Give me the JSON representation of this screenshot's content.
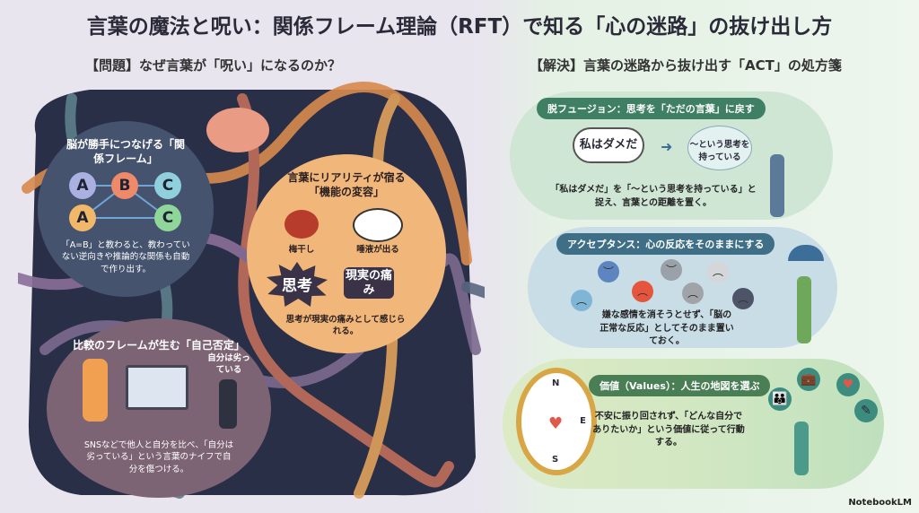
{
  "title": "言葉の魔法と呪い：関係フレーム理論（RFT）で知る「心の迷路」の抜け出し方",
  "left": {
    "subtitle": "【問題】なぜ言葉が「呪い」になるのか？",
    "relational_frame": {
      "heading": "脳が勝手につなげる「関係フレーム」",
      "nodes": [
        "A",
        "B",
        "C",
        "A",
        "C"
      ],
      "body": "「A=B」と教わると、教わっていない逆向きや推論的な関係も自動で作り出す。"
    },
    "transformation": {
      "heading": "言葉にリアリティが宿る「機能の変容」",
      "umeboshi": "梅干し",
      "saliva": "唾液が出る",
      "thought": "思考",
      "pain": "現実の痛み",
      "body": "思考が現実の痛みとして感じられる。"
    },
    "comparison": {
      "heading": "比較のフレームが生む「自己否定」",
      "bubble": "自分は劣っている",
      "body": "SNSなどで他人と自分を比べ、「自分は劣っている」という言葉のナイフで自分を傷つける。"
    }
  },
  "right": {
    "subtitle": "【解決】言葉の迷路から抜け出す「ACT」の処方箋",
    "defusion": {
      "label": "脱フュージョン：思考を「ただの言葉」に戻す",
      "thought": "私はダメだ",
      "reframe": "〜という思考を持っている",
      "body": "「私はダメだ」を「〜という思考を持っている」と捉え、言葉との距離を置く。"
    },
    "acceptance": {
      "label": "アクセプタンス：心の反応をそのままにする",
      "body": "嫌な感情を消そうとせず、「脳の正常な反応」としてそのまま置いておく。"
    },
    "values": {
      "label": "価値（Values）：人生の地図を選ぶ",
      "compass": [
        "N",
        "E",
        "S"
      ],
      "body": "不安に振り回されず、「どんな自分でありたいか」という価値に従って行動する。"
    }
  },
  "footer": {
    "brand": "NotebookLM"
  },
  "colors": {
    "defusion": "#3f7f64",
    "acceptance": "#3f6f86",
    "values": "#4a7f55",
    "dark": "#2a2f48"
  }
}
